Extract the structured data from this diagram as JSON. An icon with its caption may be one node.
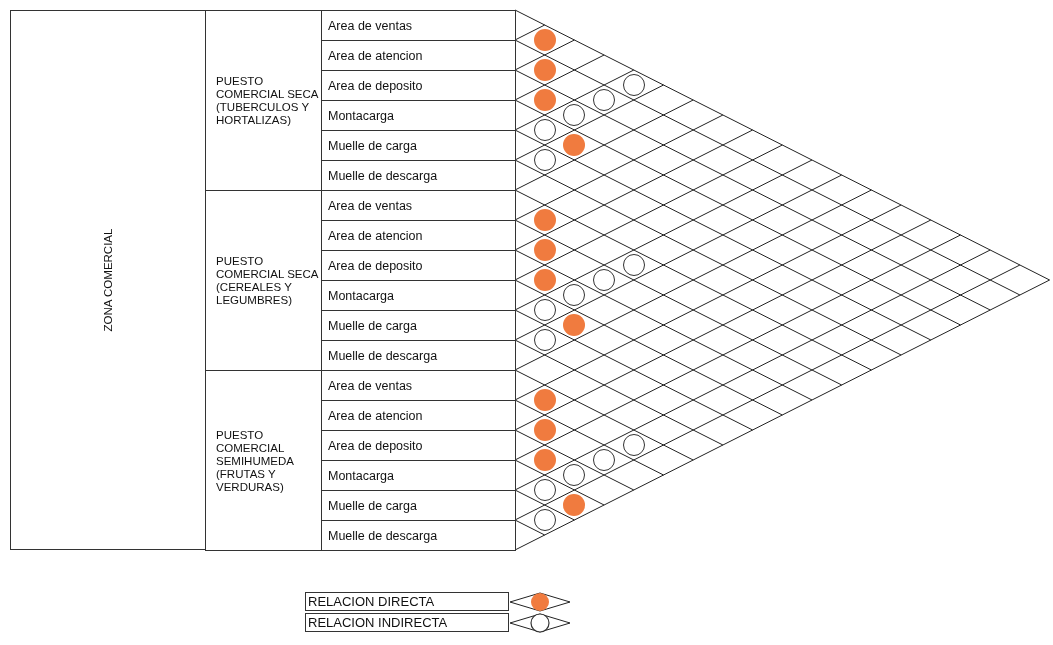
{
  "diagram": {
    "nodes": [
      {
        "text": [
          "ZONA COMERCIAL"
        ]
      },
      {
        "text": [
          "PUESTO COMERCIAL SECA (TUBERCULOS Y HORTALIZAS)"
        ]
      },
      {
        "text": [
          "Area de ventas"
        ]
      },
      {
        "text": [
          "Area de atencion"
        ]
      },
      {
        "text": [
          "Area de deposito"
        ]
      },
      {
        "text": [
          "Montacarga"
        ]
      },
      {
        "text": [
          "Muelle de carga"
        ]
      },
      {
        "text": [
          "Muelle de descarga"
        ]
      },
      {
        "text": [
          "PUESTO COMERCIAL SECA (CEREALES Y LEGUMBRES)"
        ]
      },
      {
        "text": [
          "Area de ventas"
        ]
      },
      {
        "text": [
          "Area de atencion"
        ]
      },
      {
        "text": [
          "Area de deposito"
        ]
      },
      {
        "text": [
          "Montacarga"
        ]
      },
      {
        "text": [
          "Muelle de carga"
        ]
      },
      {
        "text": [
          "Muelle de descarga"
        ]
      },
      {
        "text": [
          "PUESTO COMERCIAL SEMIHUMEDA (FRUTAS Y VERDURAS)"
        ]
      },
      {
        "text": [
          "Area de ventas"
        ]
      },
      {
        "text": [
          "Area de atencion"
        ]
      },
      {
        "text": [
          "Area de deposito"
        ]
      },
      {
        "text": [
          "Montacarga"
        ]
      },
      {
        "text": [
          "Muelle de carga"
        ]
      },
      {
        "text": [
          "Muelle de descarga"
        ]
      },
      {
        "text": [],
        "shape": "dot"
      },
      {
        "text": [],
        "shape": "dot"
      },
      {
        "text": [],
        "shape": "circle"
      },
      {
        "text": [],
        "shape": "dot"
      },
      {
        "text": [],
        "shape": "circle"
      },
      {
        "text": [],
        "shape": "circle"
      },
      {
        "text": [],
        "shape": "circle"
      },
      {
        "text": [],
        "shape": "dot"
      },
      {
        "text": [],
        "shape": "circle"
      },
      {
        "text": [],
        "shape": "dot"
      },
      {
        "text": [],
        "shape": "dot"
      },
      {
        "text": [],
        "shape": "circle"
      },
      {
        "text": [],
        "shape": "dot"
      },
      {
        "text": [],
        "shape": "circle"
      },
      {
        "text": [],
        "shape": "circle"
      },
      {
        "text": [],
        "shape": "circle"
      },
      {
        "text": [],
        "shape": "dot"
      },
      {
        "text": [],
        "shape": "circle"
      },
      {
        "text": [],
        "shape": "dot"
      },
      {
        "text": [],
        "shape": "dot"
      },
      {
        "text": [],
        "shape": "circle"
      },
      {
        "text": [],
        "shape": "dot"
      },
      {
        "text": [],
        "shape": "circle"
      },
      {
        "text": [],
        "shape": "circle"
      },
      {
        "text": [],
        "shape": "circle"
      },
      {
        "text": [],
        "shape": "dot"
      },
      {
        "text": [],
        "shape": "circle"
      }
    ],
    "legend": [
      {
        "text": "RELACION DIRECTA",
        "color": "#f07b3f"
      },
      {
        "text": "RELACION INDIRECTA",
        "color": "#ffffff"
      }
    ]
  }
}
